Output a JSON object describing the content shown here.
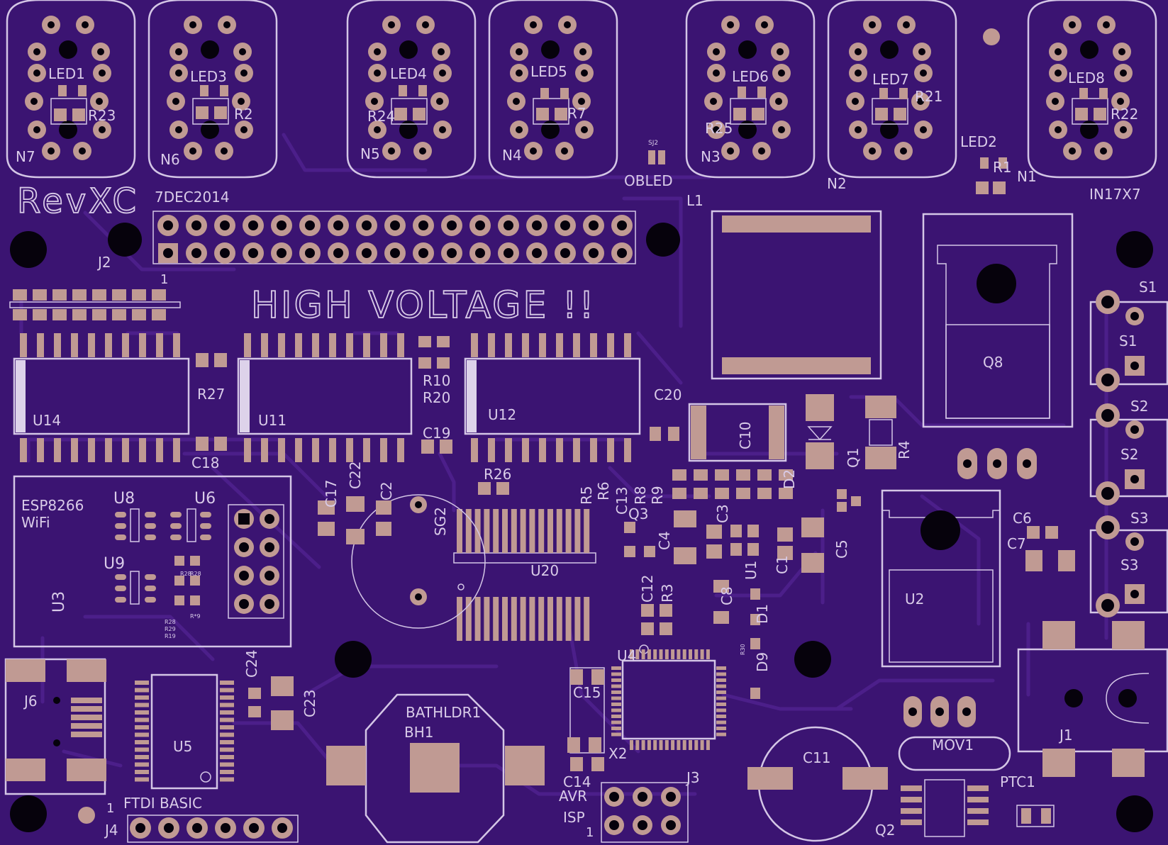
{
  "board": {
    "name": "RevXC",
    "date": "7DEC2014",
    "warning": "HIGH VOLTAGE !!",
    "colors": {
      "soldermask": "#3b1472",
      "pad": "#c09a93",
      "silkscreen": "#d9cbe8"
    }
  },
  "labels": {
    "led1": "LED1",
    "led2": "LED2",
    "led3": "LED3",
    "led4": "LED4",
    "led5": "LED5",
    "led6": "LED6",
    "led7": "LED7",
    "led8": "LED8",
    "n1": "N1",
    "n2": "N2",
    "n3": "N3",
    "n4": "N4",
    "n5": "N5",
    "n6": "N6",
    "n7": "N7",
    "r1": "R1",
    "r2": "R2",
    "r3": "R3",
    "r4": "R4",
    "r5": "R5",
    "r6": "R6",
    "r7": "R7",
    "r8": "R8",
    "r9": "R9",
    "r10": "R10",
    "r20": "R20",
    "r21": "R21",
    "r22": "R22",
    "r23": "R23",
    "r24": "R24",
    "r25": "R25",
    "r26": "R26",
    "r27": "R27",
    "r28": "R28",
    "r29": "R29",
    "r19": "R19",
    "r30": "R30",
    "r9small": "R*9",
    "r28a": "R28",
    "r28b": "R28",
    "sj2": "SJ2",
    "obled": "OBLED",
    "in17x7": "IN17X7",
    "l1": "L1",
    "j2": "J2",
    "one": "1",
    "u14": "U14",
    "u11": "U11",
    "u12": "U12",
    "u20": "U20",
    "u3": "U3",
    "u5": "U5",
    "u4": "U4",
    "u1": "U1",
    "u2": "U2",
    "u6": "U6",
    "u8": "U8",
    "u9": "U9",
    "c1": "C1",
    "c2": "C2",
    "c3": "C3",
    "c4": "C4",
    "c5": "C5",
    "c6": "C6",
    "c7": "C7",
    "c8": "C8",
    "c10": "C10",
    "c11": "C11",
    "c12": "C12",
    "c13": "C13",
    "c14": "C14",
    "c15": "C15",
    "c17": "C17",
    "c18": "C18",
    "c19": "C19",
    "c20": "C20",
    "c22": "C22",
    "c23": "C23",
    "c24": "C24",
    "q1": "Q1",
    "q2": "Q2",
    "q3": "Q3",
    "q8": "Q8",
    "d1": "D1",
    "d2": "D2",
    "d9": "D9",
    "s1": "S1",
    "s2": "S2",
    "s3": "S3",
    "sg2": "SG2",
    "esp": "ESP8266",
    "wifi": "WiFi",
    "j1": "J1",
    "j3": "J3",
    "j4": "J4",
    "j6": "J6",
    "ftdi": "FTDI BASIC",
    "bathldr": "BATHLDR1",
    "bh1": "BH1",
    "x2": "X2",
    "avr": "AVR",
    "isp": "ISP",
    "mov1": "MOV1",
    "ptc1": "PTC1"
  }
}
